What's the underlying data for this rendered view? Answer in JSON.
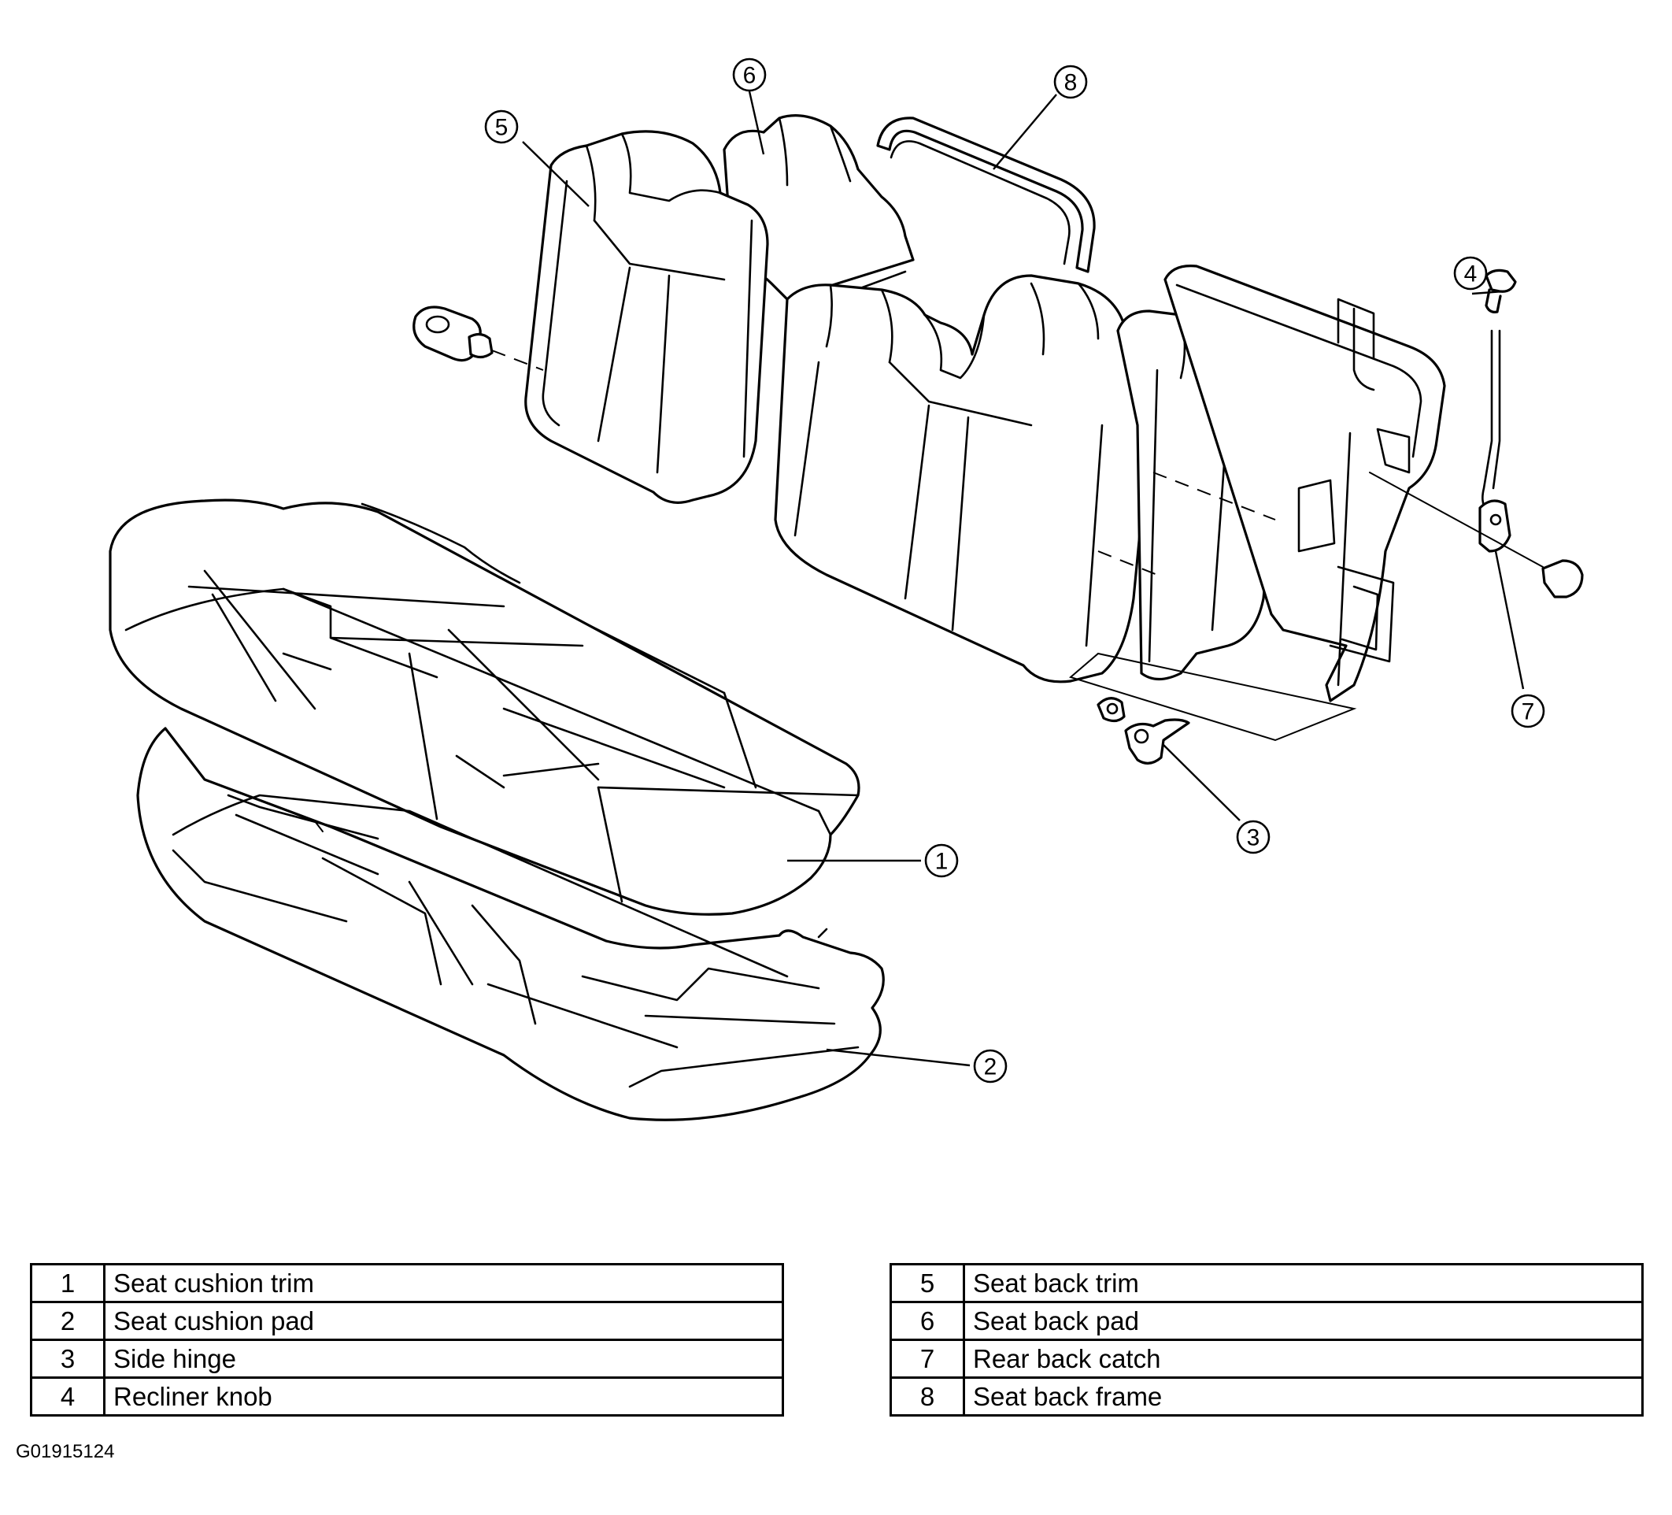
{
  "callouts": [
    "1",
    "2",
    "3",
    "4",
    "5",
    "6",
    "7",
    "8"
  ],
  "legend": {
    "left": [
      {
        "num": "1",
        "label": "Seat cushion trim"
      },
      {
        "num": "2",
        "label": "Seat cushion pad"
      },
      {
        "num": "3",
        "label": "Side hinge"
      },
      {
        "num": "4",
        "label": "Recliner knob"
      }
    ],
    "right": [
      {
        "num": "5",
        "label": "Seat back trim"
      },
      {
        "num": "6",
        "label": "Seat back pad"
      },
      {
        "num": "7",
        "label": "Rear back catch"
      },
      {
        "num": "8",
        "label": "Seat back frame"
      }
    ]
  },
  "figure_id": "G01915124"
}
